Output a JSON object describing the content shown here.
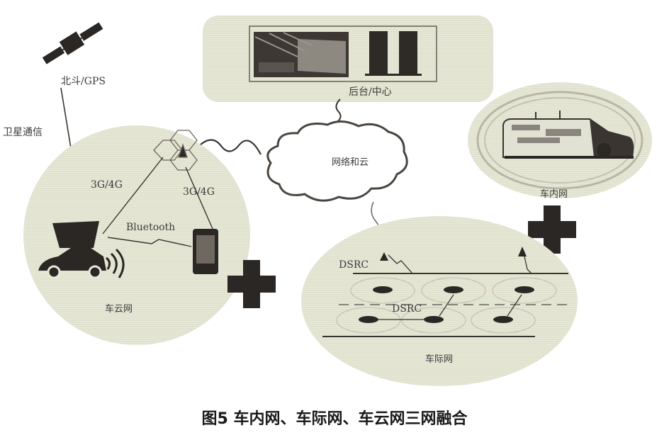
{
  "figure": {
    "caption": "图5 车内网、车际网、车云网三网融合",
    "colors": {
      "panel_fill": "#e9eadb",
      "stroke_dark": "#2e2a26",
      "cloud_shadow": "#4a4540",
      "background": "#ffffff"
    }
  },
  "nodes": {
    "satellite": {
      "label": "北斗/GPS",
      "icon": "satellite-icon"
    },
    "satellite_link": {
      "label": "卫星通信"
    },
    "backend": {
      "label": "后台/中心",
      "icon": "data-center-icon"
    },
    "cloud": {
      "label": "网络和云",
      "icon": "cloud-icon"
    },
    "in_vehicle_network": {
      "label": "车内网",
      "icon": "van-cutaway-icon"
    },
    "vehicle_cloud_network": {
      "label": "车云网",
      "links": [
        {
          "label": "3G/4G",
          "from": "car",
          "to": "cell-tower"
        },
        {
          "label": "3G/4G",
          "from": "cell-tower",
          "to": "phone"
        },
        {
          "label": "Bluetooth",
          "from": "car",
          "to": "phone"
        }
      ]
    },
    "inter_vehicle_network": {
      "label": "车际网",
      "links": [
        {
          "label": "DSRC",
          "from": "roadside-unit",
          "to": "vehicle"
        },
        {
          "label": "DSRC",
          "from": "vehicle",
          "to": "vehicle"
        }
      ]
    }
  },
  "connectors": [
    {
      "from": "backend",
      "to": "cloud",
      "style": "wavy"
    },
    {
      "from": "cell-tower",
      "to": "cloud",
      "style": "wavy"
    },
    {
      "from": "cloud",
      "to": "inter_vehicle_network",
      "style": "wavy"
    },
    {
      "from": "satellite",
      "to": "car",
      "style": "line"
    }
  ],
  "plus_signs": [
    {
      "between": [
        "vehicle_cloud_network",
        "inter_vehicle_network"
      ]
    },
    {
      "between": [
        "in_vehicle_network",
        "inter_vehicle_network"
      ]
    }
  ]
}
